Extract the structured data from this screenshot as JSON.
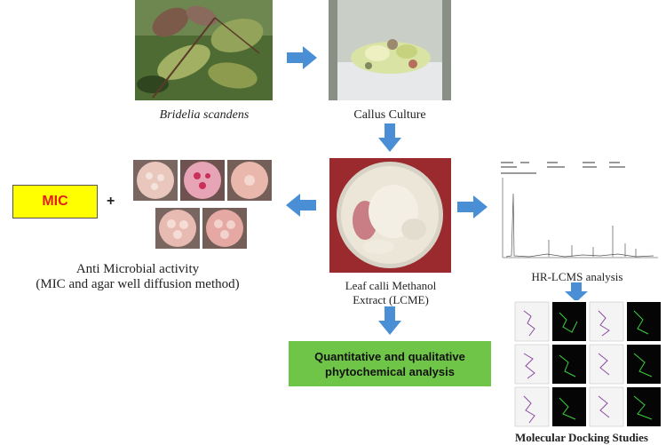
{
  "nodes": {
    "plant": {
      "caption": "Bridelia scandens"
    },
    "callus": {
      "caption": "Callus Culture"
    },
    "extract": {
      "caption_line1": "Leaf calli Methanol",
      "caption_line2": "Extract (LCME)"
    },
    "mic_box": {
      "label": "MIC"
    },
    "plus": {
      "label": "+"
    },
    "antimicrobial": {
      "caption_line1": "Anti Microbial activity",
      "caption_line2": "(MIC and agar well diffusion method)"
    },
    "hrlcms": {
      "caption": "HR-LCMS analysis"
    },
    "phyto": {
      "line1": "Quantitative and qualitative",
      "line2": "phytochemical analysis"
    },
    "docking": {
      "caption": "Molecular Docking Studies"
    }
  },
  "colors": {
    "arrow": "#4a8fd6",
    "mic_fill": "#ffff00",
    "mic_text": "#e02020",
    "phyto_fill": "#6fc547"
  }
}
